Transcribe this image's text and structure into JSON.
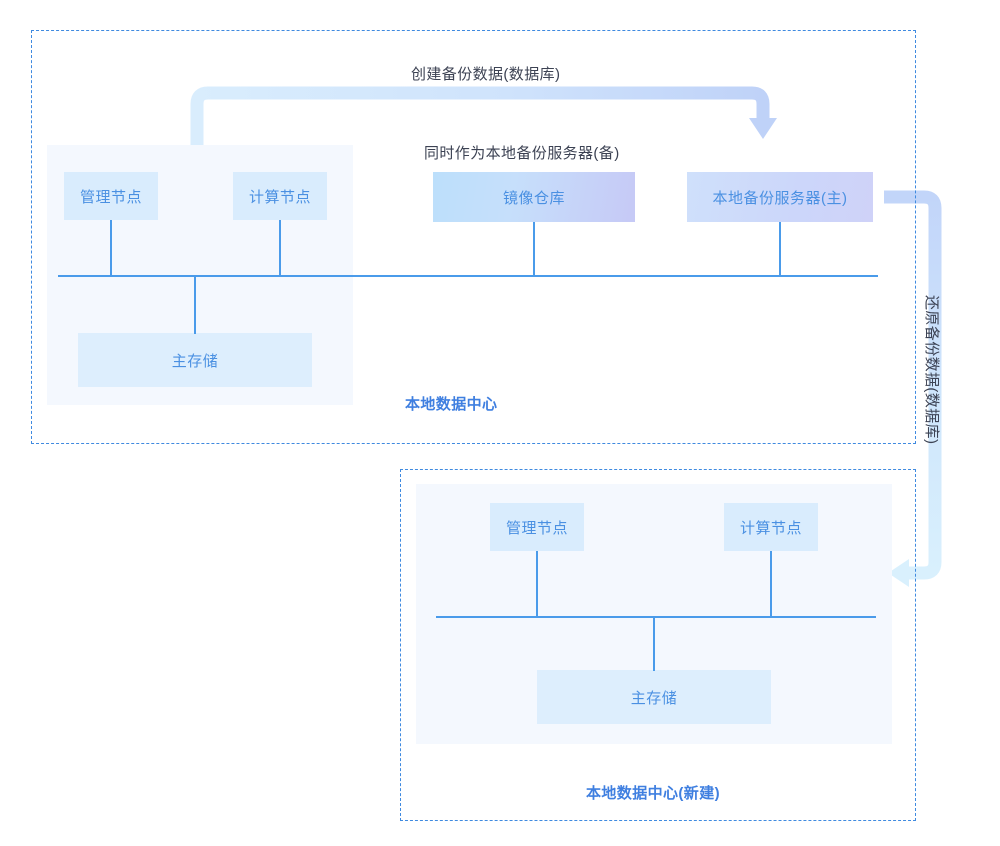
{
  "diagram": {
    "title_captions": {
      "create_backup": "创建备份数据(数据库)",
      "also_backup_server": "同时作为本地备份服务器(备)",
      "restore_backup": "还原备份数据(数据库)"
    },
    "regions": [
      {
        "id": "top",
        "label": "本地数据中心",
        "nodes": [
          {
            "id": "mgmt",
            "label": "管理节点"
          },
          {
            "id": "compute",
            "label": "计算节点"
          },
          {
            "id": "registry",
            "label": "镜像仓库"
          },
          {
            "id": "backup",
            "label": "本地备份服务器(主)"
          },
          {
            "id": "storage",
            "label": "主存储"
          }
        ]
      },
      {
        "id": "bottom",
        "label": "本地数据中心(新建)",
        "nodes": [
          {
            "id": "mgmt",
            "label": "管理节点"
          },
          {
            "id": "compute",
            "label": "计算节点"
          },
          {
            "id": "storage",
            "label": "主存储"
          }
        ]
      }
    ],
    "colors": {
      "region_border": "#3f8ae0",
      "panel_fill": "#f4f8fe",
      "node_fill": "#d9ecfd",
      "node_text": "#4a90e2",
      "line": "#4a9bea",
      "label_text": "#3f7fe0",
      "caption_text": "#3c4253",
      "arrow_top": "#d4e7fb",
      "arrow_right": "#cfe3fb"
    }
  }
}
